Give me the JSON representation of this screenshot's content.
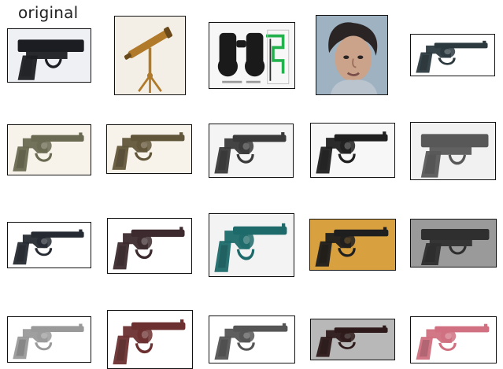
{
  "figure": {
    "title": "original"
  },
  "grid": {
    "rows": 4,
    "columns": 5,
    "images": [
      {
        "row": 0,
        "col": 0,
        "subject": "pistol-icon",
        "tint": "#1b1d22",
        "bg": "#eef0f4"
      },
      {
        "row": 0,
        "col": 1,
        "subject": "telescope-icon",
        "tint": "#b07a2a",
        "bg": "#f3efe6"
      },
      {
        "row": 0,
        "col": 2,
        "subject": "binoculars-diagram-icon",
        "tint": "#1a1a1a",
        "bg": "#f7f7f7"
      },
      {
        "row": 0,
        "col": 3,
        "subject": "face-photo-icon",
        "tint": "#caa38a",
        "bg": "#9fb2c2"
      },
      {
        "row": 0,
        "col": 4,
        "subject": "revolver-icon",
        "tint": "#2c3a3f",
        "bg": "#ffffff"
      },
      {
        "row": 1,
        "col": 0,
        "subject": "revolver-icon",
        "tint": "#6a6a52",
        "bg": "#f7f3ea"
      },
      {
        "row": 1,
        "col": 1,
        "subject": "revolver-icon",
        "tint": "#62563a",
        "bg": "#f7f3ea"
      },
      {
        "row": 1,
        "col": 2,
        "subject": "revolver-icon",
        "tint": "#3a3a3a",
        "bg": "#f4f4f4"
      },
      {
        "row": 1,
        "col": 3,
        "subject": "revolver-icon",
        "tint": "#202020",
        "bg": "#f7f7f7"
      },
      {
        "row": 1,
        "col": 4,
        "subject": "pistol-icon",
        "tint": "#585858",
        "bg": "#f1f1f1"
      },
      {
        "row": 2,
        "col": 0,
        "subject": "revolver-icon",
        "tint": "#262a32",
        "bg": "#ffffff"
      },
      {
        "row": 2,
        "col": 1,
        "subject": "revolver-icon",
        "tint": "#3c2a2e",
        "bg": "#ffffff"
      },
      {
        "row": 2,
        "col": 2,
        "subject": "revolver-icon",
        "tint": "#1e6a6a",
        "bg": "#f3f3f3"
      },
      {
        "row": 2,
        "col": 3,
        "subject": "revolver-icon",
        "tint": "#1f1f1f",
        "bg": "#d9a040"
      },
      {
        "row": 2,
        "col": 4,
        "subject": "pistol-icon",
        "tint": "#2f2f2f",
        "bg": "#9a9a9a"
      },
      {
        "row": 3,
        "col": 0,
        "subject": "revolver-icon",
        "tint": "#9a9a9a",
        "bg": "#ffffff"
      },
      {
        "row": 3,
        "col": 1,
        "subject": "revolver-icon",
        "tint": "#6c3030",
        "bg": "#ffffff"
      },
      {
        "row": 3,
        "col": 2,
        "subject": "revolver-icon",
        "tint": "#555555",
        "bg": "#ffffff"
      },
      {
        "row": 3,
        "col": 3,
        "subject": "revolver-icon",
        "tint": "#2e1a1a",
        "bg": "#b8b8b8"
      },
      {
        "row": 3,
        "col": 4,
        "subject": "revolver-icon",
        "tint": "#d07080",
        "bg": "#ffffff"
      }
    ]
  }
}
